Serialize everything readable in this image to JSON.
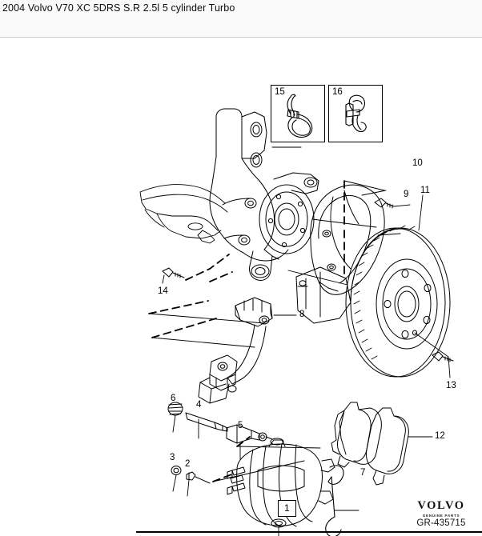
{
  "header": {
    "title": "2004 Volvo V70 XC 5DRS S.R 2.5l 5 cylinder Turbo",
    "truncated_prefix": "·"
  },
  "diagram": {
    "kind": "exploded-parts-diagram",
    "subject": "front-brake-assembly",
    "line_color": "#000000",
    "fill_color": "#ffffff",
    "insets": [
      {
        "id": "15",
        "label": "15",
        "part": "hose-clamp-cable-tie"
      },
      {
        "id": "16",
        "label": "16",
        "part": "retaining-spring-clip"
      }
    ],
    "callouts": [
      {
        "id": "1",
        "label": "1",
        "part": "brake-caliper",
        "boxed": true
      },
      {
        "id": "2",
        "label": "2",
        "part": "bleeder-screw",
        "boxed": false
      },
      {
        "id": "3",
        "label": "3",
        "part": "bleeder-screw-cap",
        "boxed": false
      },
      {
        "id": "4",
        "label": "4",
        "part": "guide-pin",
        "boxed": false
      },
      {
        "id": "5",
        "label": "5",
        "part": "guide-pin-sleeve",
        "boxed": false
      },
      {
        "id": "6",
        "label": "6",
        "part": "guide-pin-boot",
        "boxed": false
      },
      {
        "id": "7",
        "label": "7",
        "part": "caliper-retaining-spring",
        "boxed": false
      },
      {
        "id": "8",
        "label": "8",
        "part": "caliper-carrier-bracket",
        "boxed": false
      },
      {
        "id": "9",
        "label": "9",
        "part": "brake-dust-shield",
        "boxed": false
      },
      {
        "id": "10",
        "label": "10",
        "part": "dust-shield-screw",
        "boxed": false
      },
      {
        "id": "11",
        "label": "11",
        "part": "brake-disc-rotor",
        "boxed": false
      },
      {
        "id": "12",
        "label": "12",
        "part": "brake-pad-set",
        "boxed": false
      },
      {
        "id": "13",
        "label": "13",
        "part": "disc-locating-screw",
        "boxed": false
      },
      {
        "id": "14",
        "label": "14",
        "part": "carrier-bolt",
        "boxed": false
      }
    ]
  },
  "footer": {
    "brand": "VOLVO",
    "brand_sub": "GENUINE PARTS",
    "part_code": "GR-435715"
  }
}
